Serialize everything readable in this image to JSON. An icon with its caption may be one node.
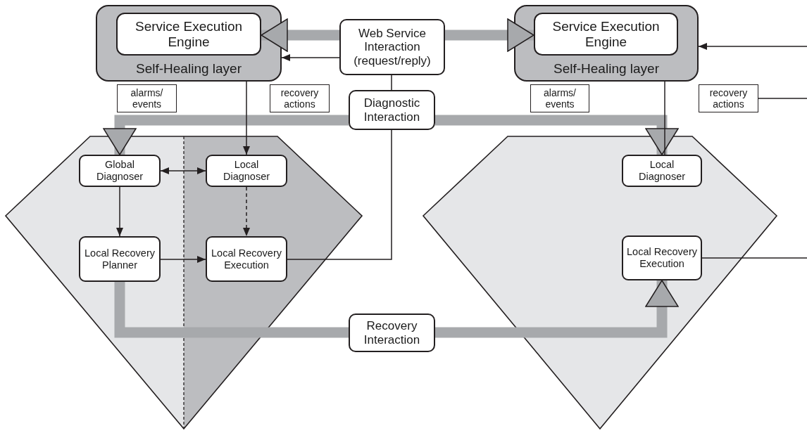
{
  "diagram": {
    "nodes": [
      {
        "text": [
          "Self-Healing layer"
        ]
      },
      {
        "text": [
          "Service Execution Engine"
        ],
        "in": 0
      },
      {
        "text": [
          "Web Service Interaction (request/reply)"
        ]
      },
      {
        "text": [
          "Self-Healing layer"
        ]
      },
      {
        "text": [
          "Service Execution Engine"
        ],
        "in": 3
      },
      {
        "text": [
          "alarms/ events"
        ]
      },
      {
        "text": [
          "recovery actions"
        ]
      },
      {
        "text": [
          "Diagnostic Interaction"
        ]
      },
      {
        "text": [
          "alarms/ events"
        ]
      },
      {
        "text": [
          "recovery actions"
        ]
      },
      {
        "text": [],
        "shape": "diamond"
      },
      {
        "text": [
          "Global Diagnoser"
        ],
        "in": 10
      },
      {
        "text": [
          "Local Diagnoser"
        ],
        "in": 10
      },
      {
        "text": [
          "Local Recovery Planner"
        ],
        "in": 10
      },
      {
        "text": [
          "Local Recovery Execution"
        ],
        "in": 10
      },
      {
        "text": [],
        "shape": "diamond"
      },
      {
        "text": [
          "Local Diagnoser"
        ],
        "in": 15
      },
      {
        "text": [
          "Local Recovery Execution"
        ],
        "in": 15
      },
      {
        "text": [
          "Recovery Interaction"
        ]
      }
    ],
    "edges": [
      {
        "from": 2,
        "to": 1,
        "arrow": "to",
        "style": "thick",
        "color": "#a7a9ac"
      },
      {
        "from": 2,
        "to": 4,
        "arrow": "to",
        "style": "thick",
        "color": "#a7a9ac"
      },
      {
        "from": 2,
        "to": 0,
        "arrow": "to"
      },
      {
        "from": null,
        "to": 3,
        "arrow": "to"
      },
      {
        "from": 2,
        "to": 7,
        "arrow": "none"
      },
      {
        "from": 0,
        "to": 12,
        "arrow": "to"
      },
      {
        "from": 7,
        "to": 11,
        "arrow": "to",
        "style": "thick",
        "color": "#a7a9ac"
      },
      {
        "from": 7,
        "to": 16,
        "arrow": "to",
        "style": "thick",
        "color": "#a7a9ac"
      },
      {
        "from": 3,
        "to": 16,
        "arrow": "none"
      },
      {
        "from": 11,
        "to": 12,
        "arrow": "both"
      },
      {
        "from": 11,
        "to": 13,
        "arrow": "to"
      },
      {
        "from": 12,
        "to": 14,
        "arrow": "to",
        "style": "dashed"
      },
      {
        "from": 13,
        "to": 14,
        "arrow": "to"
      },
      {
        "from": 7,
        "to": 14,
        "arrow": "none"
      },
      {
        "from": 13,
        "to": 18,
        "arrow": "none",
        "style": "thick",
        "color": "#a7a9ac"
      },
      {
        "from": 18,
        "to": 17,
        "arrow": "to",
        "style": "thick",
        "color": "#a7a9ac"
      },
      {
        "from": 17,
        "to": null,
        "arrow": "none"
      },
      {
        "from": 9,
        "to": null,
        "arrow": "none"
      }
    ]
  }
}
